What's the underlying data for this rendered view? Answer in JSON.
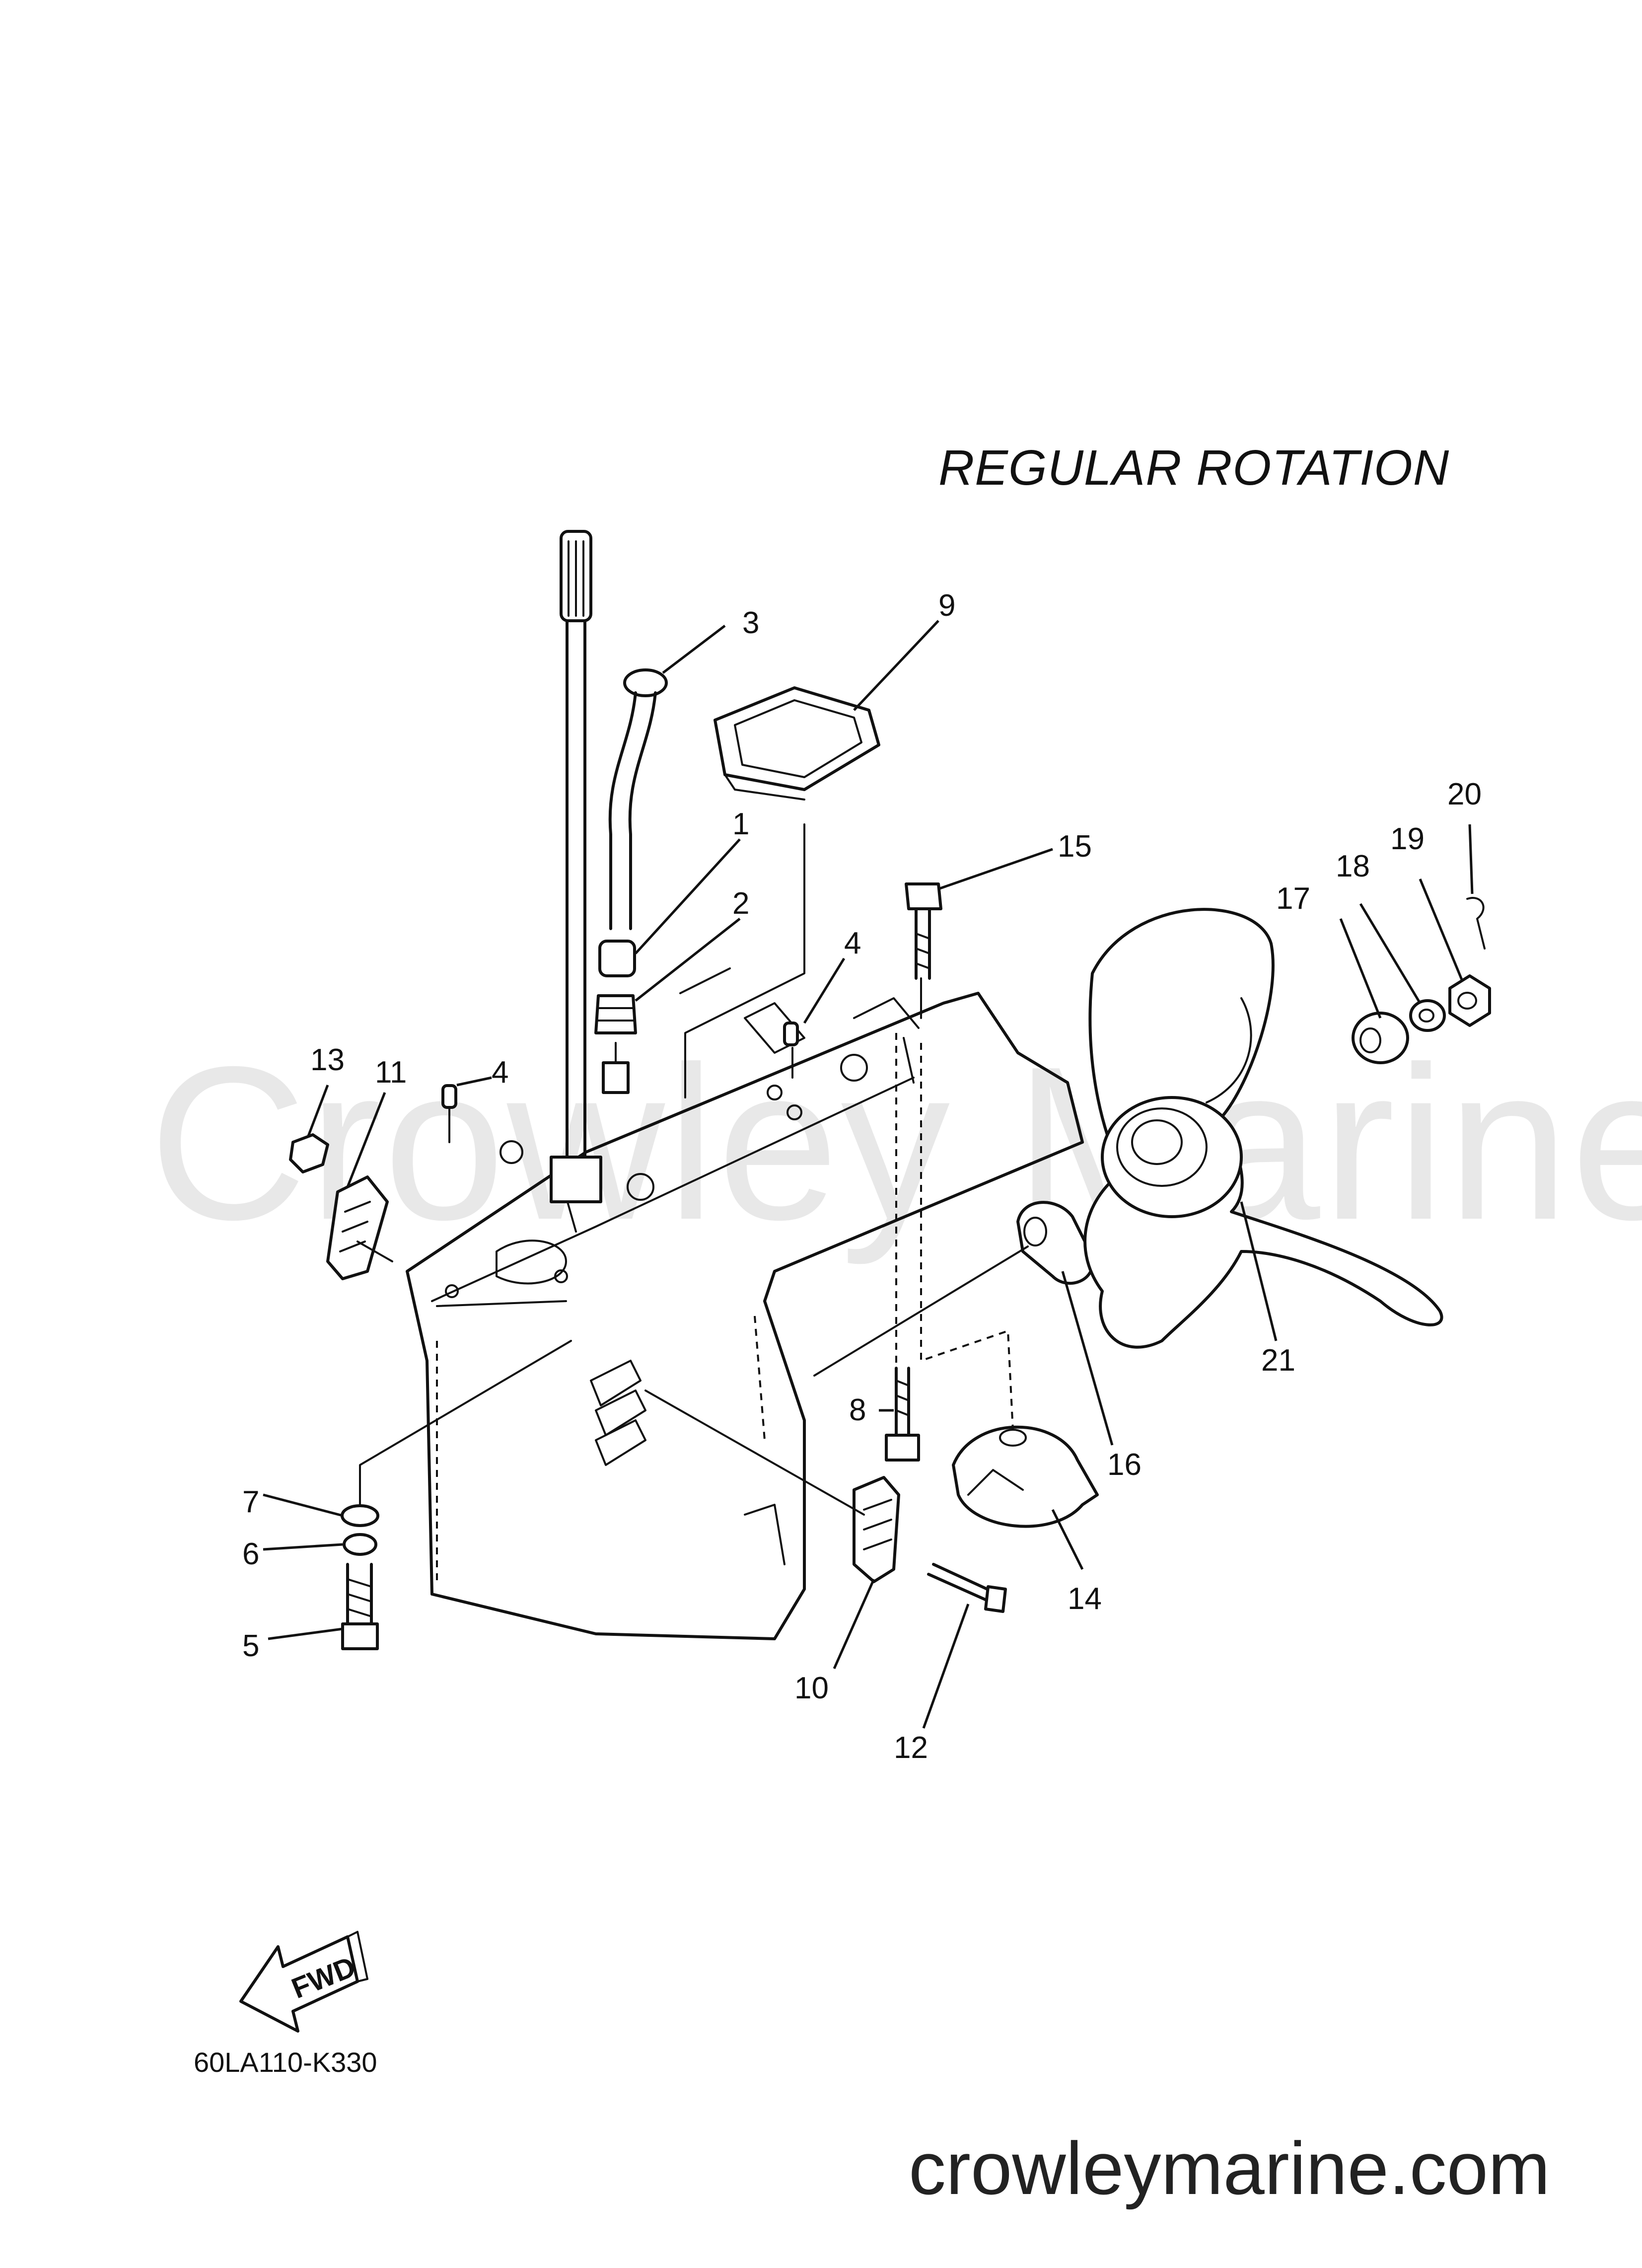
{
  "title": "REGULAR ROTATION",
  "watermark": "Crowley Marine",
  "diagram_code": "60LA110-K330",
  "website": "crowleymarine.com",
  "fwd_label": "FWD",
  "callouts": [
    "1",
    "2",
    "3",
    "4",
    "4",
    "5",
    "6",
    "7",
    "8",
    "9",
    "10",
    "11",
    "12",
    "13",
    "14",
    "15",
    "16",
    "17",
    "18",
    "19",
    "20",
    "21"
  ]
}
